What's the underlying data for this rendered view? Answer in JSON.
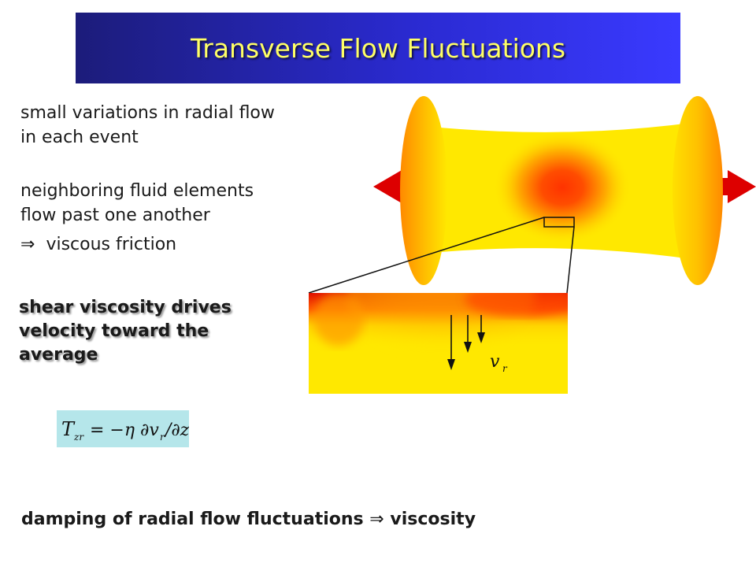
{
  "slide": {
    "title": "Transverse Flow Fluctuations",
    "points": [
      "small variations in radial flow",
      "in each event",
      "neighboring fluid elements",
      "flow past one another",
      "viscous friction"
    ],
    "implies_symbol": "⇒",
    "emphasis_lines": [
      "shear viscosity drives",
      "velocity toward the",
      "average"
    ],
    "formula": {
      "T": "T",
      "subscript": "zr",
      "rest": "= −η ∂v",
      "v_sub": "r",
      "tail": "/∂z"
    },
    "velocity_label": {
      "v": "v",
      "sub": "r"
    },
    "conclusion": {
      "lead": "damping of radial flow fluctuations",
      "tail": "viscosity"
    }
  },
  "colors": {
    "title_bg": "#2a2ad0",
    "title_text": "#ffff66",
    "fluid_yellow": "#ffe800",
    "hot_red": "#ff3300",
    "arrow_red": "#dd0000",
    "formula_bg": "#b5e6ea"
  }
}
